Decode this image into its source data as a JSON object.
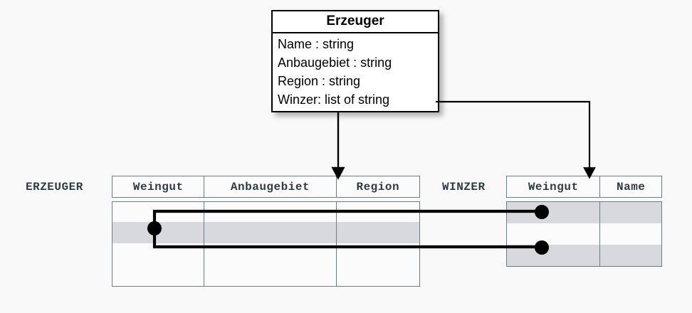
{
  "diagram": {
    "kind": "uml-to-relational-mapping",
    "background_color": "#f9f9f9",
    "highlight_color": "#d8d9de",
    "line_color": "#000000",
    "table_border_color": "#6b7d84",
    "text_color": "#2e3d44"
  },
  "uml_class": {
    "title": "Erzeuger",
    "attributes": [
      "Name : string",
      "Anbaugebiet : string",
      "Region : string",
      "Winzer: list of string"
    ]
  },
  "tables": [
    {
      "name": "ERZEUGER",
      "columns": [
        "Weingut",
        "Anbaugebiet",
        "Region"
      ],
      "row_count": 4,
      "highlighted_rows": [
        2
      ],
      "marker_rows": [
        2
      ]
    },
    {
      "name": "WINZER",
      "columns": [
        "Weingut",
        "Name"
      ],
      "row_count": 3,
      "highlighted_rows": [
        1,
        3
      ],
      "marker_rows": [
        1,
        3
      ]
    }
  ],
  "connectors": [
    {
      "name": "class-to-erzeuger-arrow",
      "from": "Erzeuger class box (bottom)",
      "to": "ERZEUGER table header",
      "style": "arrow"
    },
    {
      "name": "winzer-attribute-to-winzer-table-arrow",
      "from": "Winzer: list of string attribute",
      "to": "WINZER table Weingut column",
      "style": "arrow"
    },
    {
      "name": "erzeuger-row-to-winzer-row-1",
      "from": "ERZEUGER highlighted row",
      "to": "WINZER row 1",
      "style": "bracket-link"
    },
    {
      "name": "erzeuger-row-to-winzer-row-3",
      "from": "ERZEUGER highlighted row",
      "to": "WINZER row 3",
      "style": "bracket-link"
    }
  ]
}
